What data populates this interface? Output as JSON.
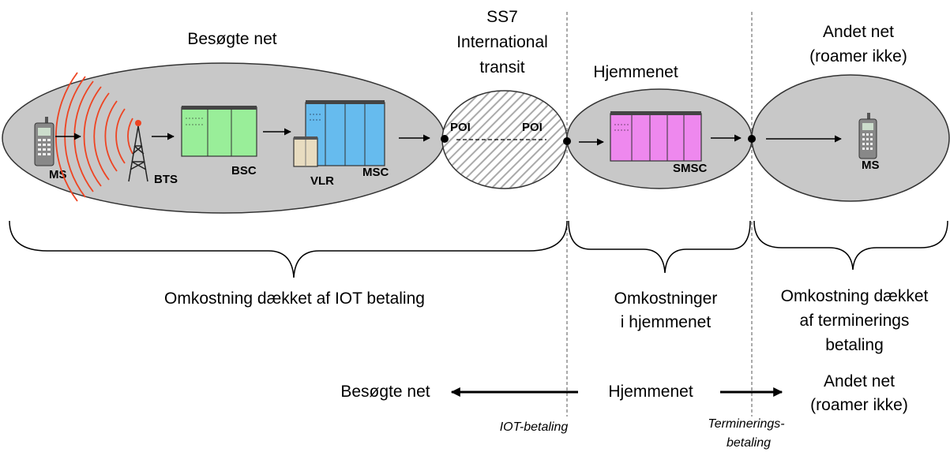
{
  "regions": {
    "visited": "Besøgte net",
    "transit_line1": "SS7",
    "transit_line2": "International",
    "transit_line3": "transit",
    "home": "Hjemmenet",
    "other_line1": "Andet net",
    "other_line2": "(roamer ikke)"
  },
  "nodes": {
    "ms_left": "MS",
    "bts": "BTS",
    "bsc": "BSC",
    "vlr": "VLR",
    "msc": "MSC",
    "poi_left": "POI",
    "poi_right": "POI",
    "smsc": "SMSC",
    "ms_right": "MS"
  },
  "costs": {
    "iot": "Omkostning dækket af IOT betaling",
    "home_line1": "Omkostninger",
    "home_line2": "i hjemmenet",
    "term_line1": "Omkostning dækket",
    "term_line2": "af terminerings",
    "term_line3": "betaling"
  },
  "flow": {
    "visited": "Besøgte net",
    "home": "Hjemmenet",
    "other_line1": "Andet net",
    "other_line2": "(roamer ikke)",
    "iot_payment": "IOT-betaling",
    "term_payment_line1": "Terminerings-",
    "term_payment_line2": "betaling"
  },
  "colors": {
    "ellipse_fill": "#c8c8c8",
    "bsc": "#99ee99",
    "msc": "#66bbee",
    "smsc": "#ee88ee",
    "vlr": "#e8dcc0",
    "signal": "#ee4422"
  }
}
